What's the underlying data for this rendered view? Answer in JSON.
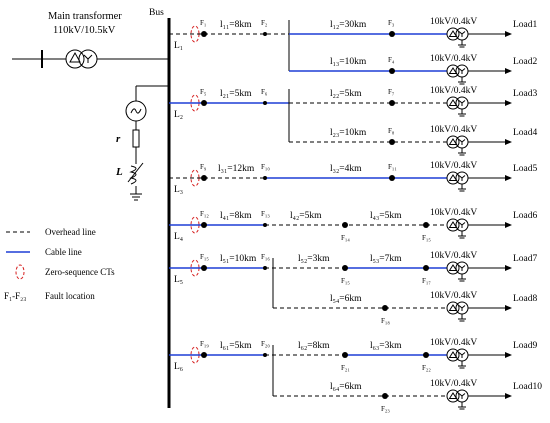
{
  "transformer": {
    "name": "Main transformer",
    "rating": "110kV/10.5kV"
  },
  "bus": {
    "label": "Bus"
  },
  "neutral": {
    "r_label": "r",
    "l_label": "L"
  },
  "legend": {
    "overhead": "Overhead line",
    "cable": "Cable line",
    "ct": "Zero-sequence CTs",
    "fault_sym": "F₁-F₂₃",
    "fault": "Fault location"
  },
  "colors": {
    "cable": "#1f3fd6",
    "ct": "#d62020",
    "lines": "#000000"
  },
  "feeders": {
    "f1": {
      "name": "L₁",
      "fault_bus": "F₁",
      "fault_a": "F₂"
    },
    "f2": {
      "name": "L₂",
      "fault_bus": "F₅",
      "fault_a": "F₆"
    },
    "f3": {
      "name": "L₃",
      "fault_bus": "F₉",
      "fault_a": "F₁₀"
    },
    "f4": {
      "name": "L₄",
      "fault_bus": "F₁₂",
      "fault_a": "F₁₃"
    },
    "f5": {
      "name": "L₅",
      "fault_bus": "F₁₅",
      "fault_a": "F₁₆"
    },
    "f6": {
      "name": "L₆",
      "fault_bus": "F₁₉",
      "fault_a": "F₂₀"
    }
  },
  "segments": {
    "l11": "l₁₁=8km",
    "l12": "l₁₂=30km",
    "l13": "l₁₃=10km",
    "l21": "l₂₁=5km",
    "l22": "l₂₂=5km",
    "l23": "l₂₃=10km",
    "l31": "l₃₁=12km",
    "l32": "l₃₂=4km",
    "l41": "l₄₁=8km",
    "l42": "l₄₂=5km",
    "l43": "l₄₃=5km",
    "l51": "l₅₁=10km",
    "l52": "l₅₂=3km",
    "l53": "l₅₃=7km",
    "l54": "l₅₄=6km",
    "l61": "l₆₁=5km",
    "l62": "l₆₂=8km",
    "l63": "l₆₃=3km",
    "l64": "l₆₄=6km"
  },
  "faults": {
    "F3": "F₃",
    "F4": "F₄",
    "F7": "F₇",
    "F8": "F₈",
    "F11": "F₁₁",
    "F14": "F₁₄",
    "F15": "F₁₅",
    "F17": "F₁₇",
    "F18": "F₁₈",
    "F21": "F₂₁",
    "F22": "F₂₂",
    "F23": "F₂₃"
  },
  "loads": {
    "voltage": "10kV/0.4kV",
    "names": [
      "Load1",
      "Load2",
      "Load3",
      "Load4",
      "Load5",
      "Load6",
      "Load7",
      "Load8",
      "Load9",
      "Load10"
    ]
  }
}
